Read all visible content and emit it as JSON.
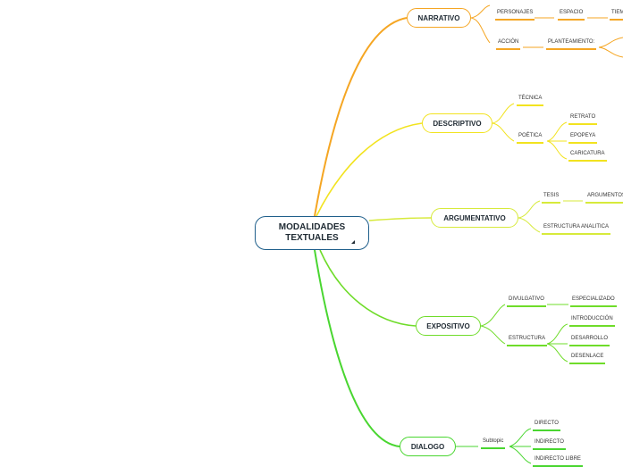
{
  "central": {
    "title_line1": "MODALIDADES",
    "title_line2": "TEXTUALES"
  },
  "colors": {
    "narrativo": "#f5a623",
    "descriptivo": "#f2e31f",
    "argumentativo": "#d7ea3b",
    "expositivo": "#6fdc2a",
    "dialogo": "#49d630",
    "central_border": "#1f5f8b"
  },
  "branches": {
    "narrativo": "NARRATIVO",
    "descriptivo": "DESCRIPTIVO",
    "argumentativo": "ARGUMENTATIVO",
    "expositivo": "EXPOSITIVO",
    "dialogo": "DIALOGO"
  },
  "leaves": {
    "personajes": "PERSONAJES",
    "espacio": "ESPACIO",
    "tiempo": "TIEM",
    "accion": "ACCIÓN",
    "planteamiento": "PLANTEAMIENTO:",
    "tecnica": "TÉCNICA",
    "poetica": "POÉTICA",
    "retrato": "RETRATO",
    "epopeya": "EPOPEYA",
    "caricatura": "CARICATURA",
    "tesis": "TESIS",
    "argumentos": "ARGUMENTOS",
    "estructura_analitica": "ESTRUCTURA ANALITICA",
    "divulgativo": "DIVULGATIVO",
    "especializado": "ESPECIALIZADO",
    "estructura": "ESTRUCTURA",
    "introduccion": "INTRODUCCIÓN",
    "desarrollo": "DESARROLLO",
    "desenlace": "DESENLACE",
    "subtopic": "Subtopic",
    "directo": "DIRECTO",
    "indirecto": "INDIRECTO",
    "indirecto_libre": "INDIRECTO LIBRE"
  }
}
